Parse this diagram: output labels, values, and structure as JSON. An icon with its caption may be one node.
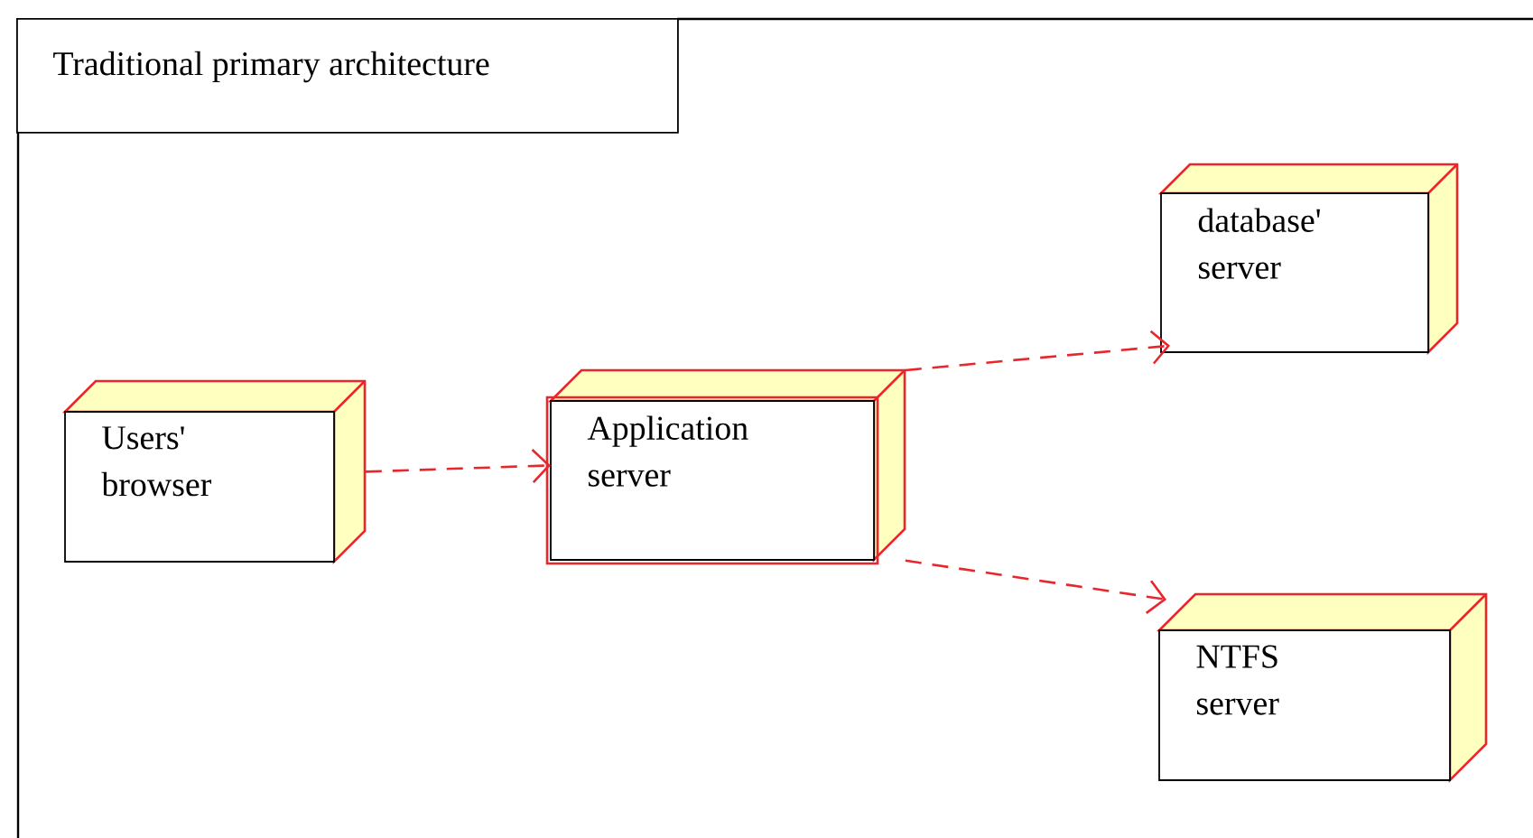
{
  "diagram": {
    "nodes": [
      {
        "text": [
          "Traditional primary architecture"
        ]
      },
      {
        "text": [
          "Users' browser"
        ],
        "in": 0
      },
      {
        "text": [
          "Application server"
        ],
        "in": 0
      },
      {
        "text": [
          "database' server"
        ],
        "in": 0
      },
      {
        "text": [
          "NTFS server"
        ],
        "in": 0
      }
    ],
    "edges": [
      {
        "from": 1,
        "to": 2,
        "arrow": "to",
        "style": "dashed"
      },
      {
        "from": 2,
        "to": 3,
        "arrow": "to",
        "style": "dashed"
      },
      {
        "from": 2,
        "to": 4,
        "arrow": "to",
        "style": "dashed"
      }
    ]
  }
}
